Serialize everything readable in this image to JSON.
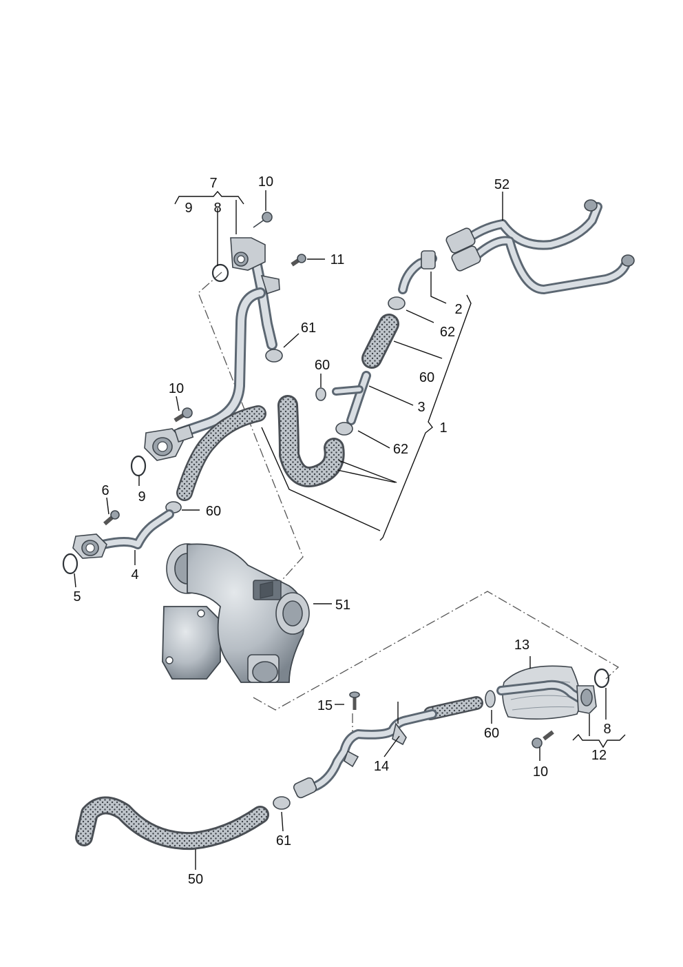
{
  "callouts": {
    "c1": "1",
    "c2": "2",
    "c3": "3",
    "c4": "4",
    "c5": "5",
    "c6": "6",
    "c7": "7",
    "c8_top": "8",
    "c9_top": "9",
    "c9_lower": "9",
    "c10_top": "10",
    "c10_mid": "10",
    "c10_bottom": "10",
    "c11": "11",
    "c12": "12",
    "c13": "13",
    "c14": "14",
    "c15": "15",
    "c50": "50",
    "c51": "51",
    "c52": "52",
    "c60_upper": "60",
    "c60_right": "60",
    "c60_left": "60",
    "c60_bottom": "60",
    "c61_upper": "61",
    "c61_bottom": "61",
    "c62_upper": "62",
    "c62_lower": "62",
    "c8_bottom": "8"
  },
  "icons": {
    "pipe": "metal-pipe",
    "hose": "perforated-hose",
    "clamp": "hose-clamp",
    "bolt": "bolt",
    "seal": "o-ring-seal",
    "turbo": "turbocharger"
  }
}
